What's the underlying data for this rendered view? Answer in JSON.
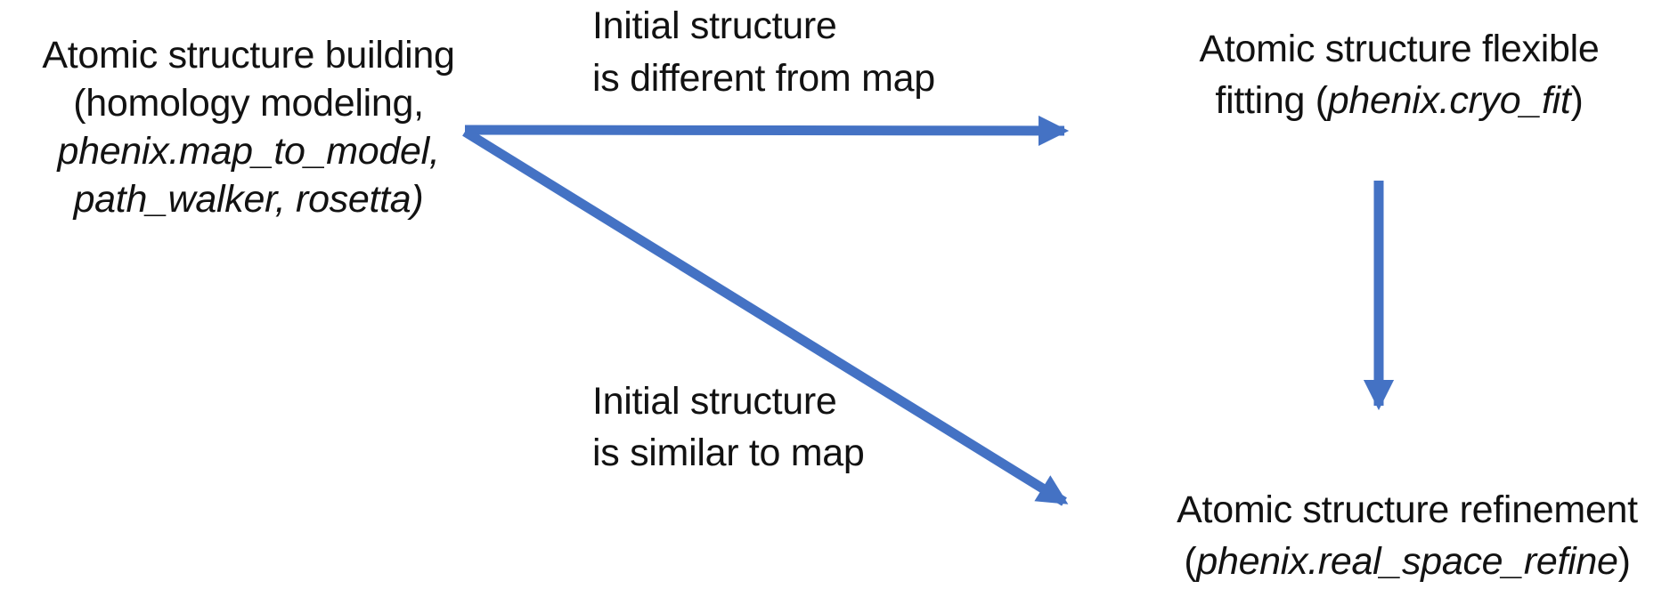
{
  "canvas": {
    "background": "#ffffff"
  },
  "colors": {
    "arrow": "#4472C4",
    "text": "#121212"
  },
  "nodes": {
    "building": {
      "line1": "Atomic structure building",
      "line2": "(homology modeling,",
      "line3": "phenix.map_to_model,",
      "line4": "path_walker, rosetta)"
    },
    "flexible_fitting": {
      "line1": "Atomic structure flexible",
      "line2_pre": "fitting (",
      "line2_code": "phenix.cryo_fit",
      "line2_post": ")"
    },
    "refinement": {
      "line1": "Atomic structure refinement",
      "line2_pre": "(",
      "line2_code": "phenix.real_space_refine",
      "line2_post": ")"
    }
  },
  "labels": {
    "different": {
      "line1": "Initial structure",
      "line2": "is different from map"
    },
    "similar": {
      "line1": "Initial structure",
      "line2": "is similar to map"
    }
  }
}
